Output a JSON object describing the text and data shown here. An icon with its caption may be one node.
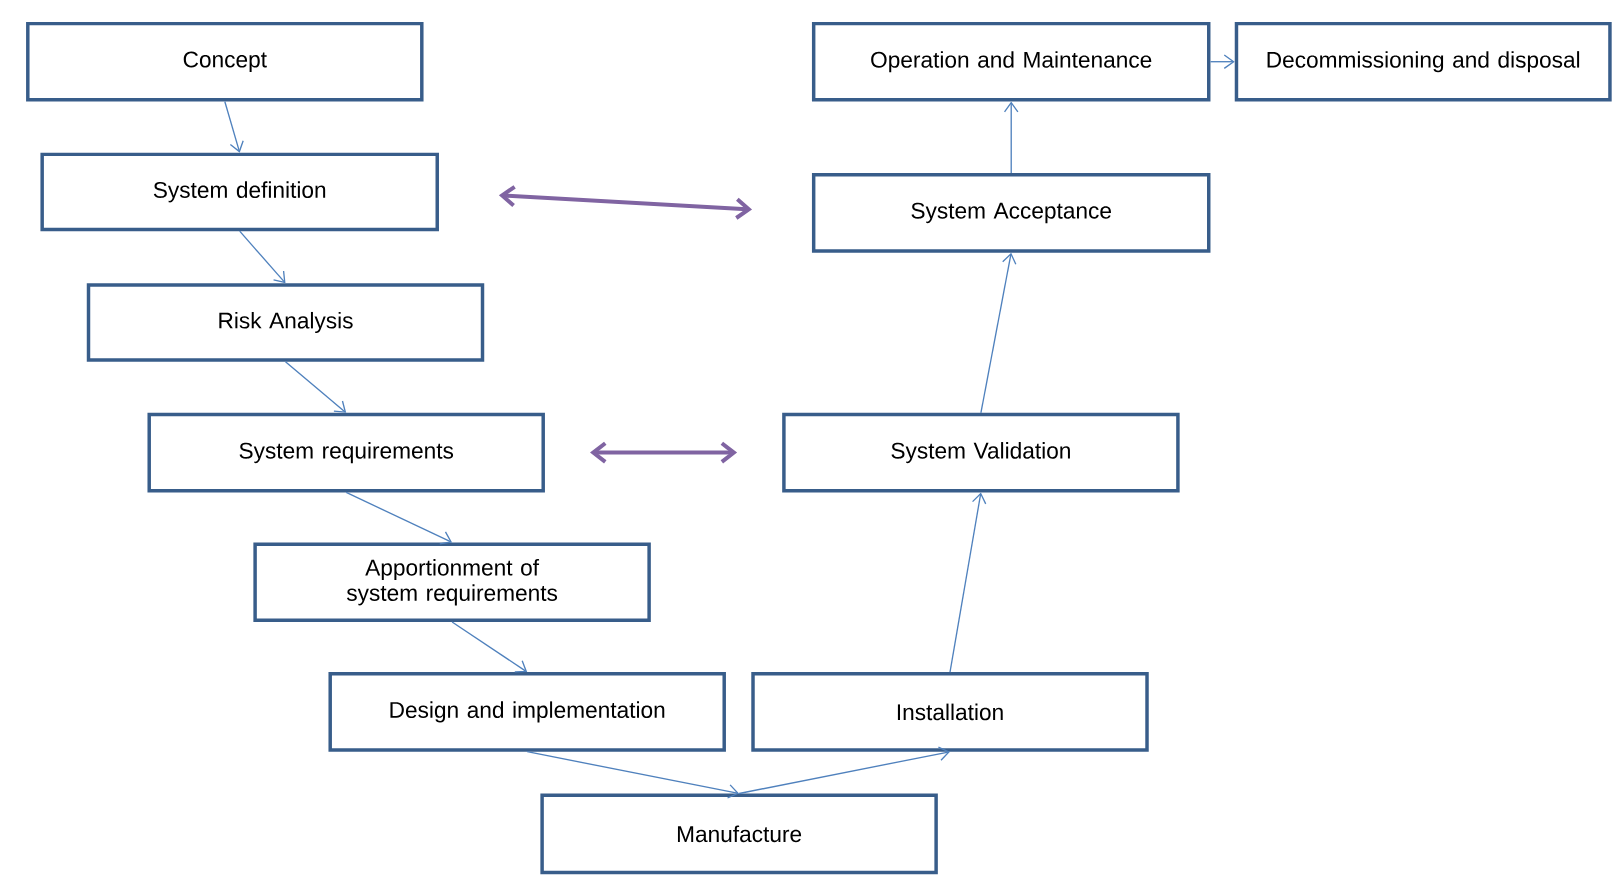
{
  "diagram": {
    "nodes": [
      {
        "text": [
          "Concept"
        ]
      },
      {
        "text": [
          "System definition"
        ]
      },
      {
        "text": [
          "Risk  Analysis"
        ]
      },
      {
        "text": [
          "System requirements"
        ]
      },
      {
        "text": [
          "Apportionment of system requirements"
        ]
      },
      {
        "text": [
          "Design and implementation"
        ]
      },
      {
        "text": [
          "Manufacture"
        ]
      },
      {
        "text": [
          "Installation"
        ]
      },
      {
        "text": [
          "System Validation"
        ]
      },
      {
        "text": [
          "System Acceptance"
        ]
      },
      {
        "text": [
          "Operation and Maintenance"
        ]
      },
      {
        "text": [
          "Decommissioning and disposal"
        ]
      }
    ],
    "edges": [
      {
        "from": 0,
        "to": 1,
        "arrow": "to"
      },
      {
        "from": 1,
        "to": 2,
        "arrow": "to"
      },
      {
        "from": 2,
        "to": 3,
        "arrow": "to"
      },
      {
        "from": 3,
        "to": 4,
        "arrow": "to"
      },
      {
        "from": 4,
        "to": 5,
        "arrow": "to"
      },
      {
        "from": 5,
        "to": 6,
        "arrow": "to"
      },
      {
        "from": 6,
        "to": 7,
        "arrow": "to"
      },
      {
        "from": 7,
        "to": 8,
        "arrow": "to"
      },
      {
        "from": 8,
        "to": 9,
        "arrow": "to"
      },
      {
        "from": 9,
        "to": 10,
        "arrow": "to"
      },
      {
        "from": 10,
        "to": 11,
        "arrow": "to"
      },
      {
        "from": 1,
        "to": 9,
        "arrow": "both",
        "style": "thick",
        "color": "#8064a2"
      },
      {
        "from": 3,
        "to": 8,
        "arrow": "both",
        "style": "thick",
        "color": "#8064a2"
      }
    ]
  }
}
